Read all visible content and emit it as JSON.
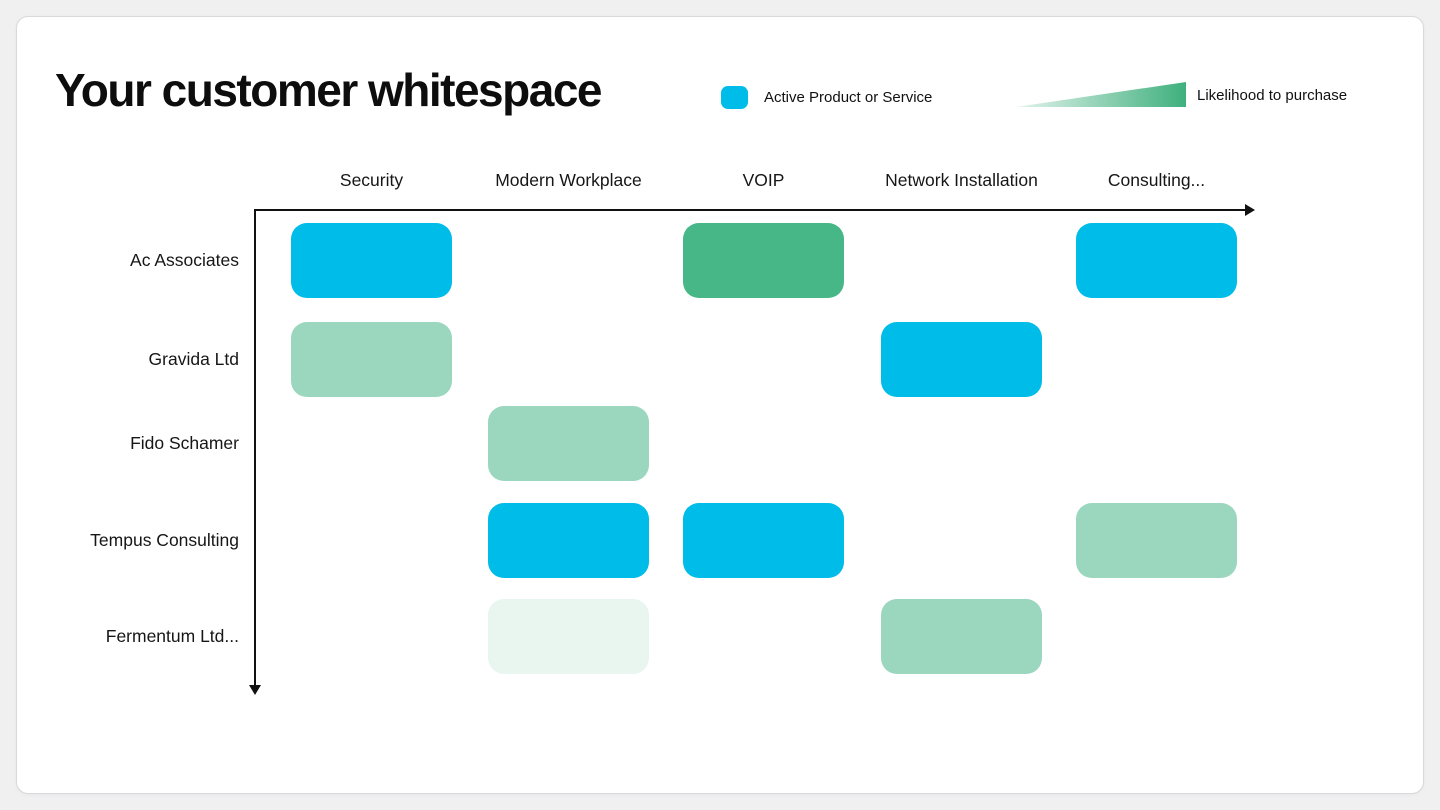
{
  "title": "Your customer whitespace",
  "legend": {
    "active_label": "Active Product or Service",
    "likelihood_label": "Likelihood to purchase"
  },
  "colors": {
    "active": "#00bce8",
    "high": "#47b787",
    "medium": "#9bd7bf",
    "low": "#e9f6f0",
    "gradient_start": "#e3f3ec",
    "gradient_end": "#3fb07e",
    "axis": "#111111"
  },
  "chart_data": {
    "type": "heatmap",
    "title": "Your customer whitespace",
    "columns": [
      "Security",
      "Modern Workplace",
      "VOIP",
      "Network Installation",
      "Consulting..."
    ],
    "rows": [
      "Ac Associates",
      "Gravida Ltd",
      "Fido Schamer",
      "Tempus Consulting",
      "Fermentum Ltd..."
    ],
    "legend_position": "top",
    "cells": [
      {
        "row": 0,
        "col": 0,
        "type": "active",
        "meaning": "Active Product or Service"
      },
      {
        "row": 0,
        "col": 2,
        "type": "high",
        "meaning": "High likelihood to purchase"
      },
      {
        "row": 0,
        "col": 4,
        "type": "active",
        "meaning": "Active Product or Service"
      },
      {
        "row": 1,
        "col": 0,
        "type": "medium",
        "meaning": "Medium likelihood to purchase"
      },
      {
        "row": 1,
        "col": 3,
        "type": "active",
        "meaning": "Active Product or Service"
      },
      {
        "row": 2,
        "col": 1,
        "type": "medium",
        "meaning": "Medium likelihood to purchase"
      },
      {
        "row": 3,
        "col": 1,
        "type": "active",
        "meaning": "Active Product or Service"
      },
      {
        "row": 3,
        "col": 2,
        "type": "active",
        "meaning": "Active Product or Service"
      },
      {
        "row": 3,
        "col": 4,
        "type": "medium",
        "meaning": "Medium likelihood to purchase"
      },
      {
        "row": 4,
        "col": 1,
        "type": "low",
        "meaning": "Low likelihood to purchase"
      },
      {
        "row": 4,
        "col": 3,
        "type": "medium",
        "meaning": "Medium likelihood to purchase"
      }
    ]
  }
}
